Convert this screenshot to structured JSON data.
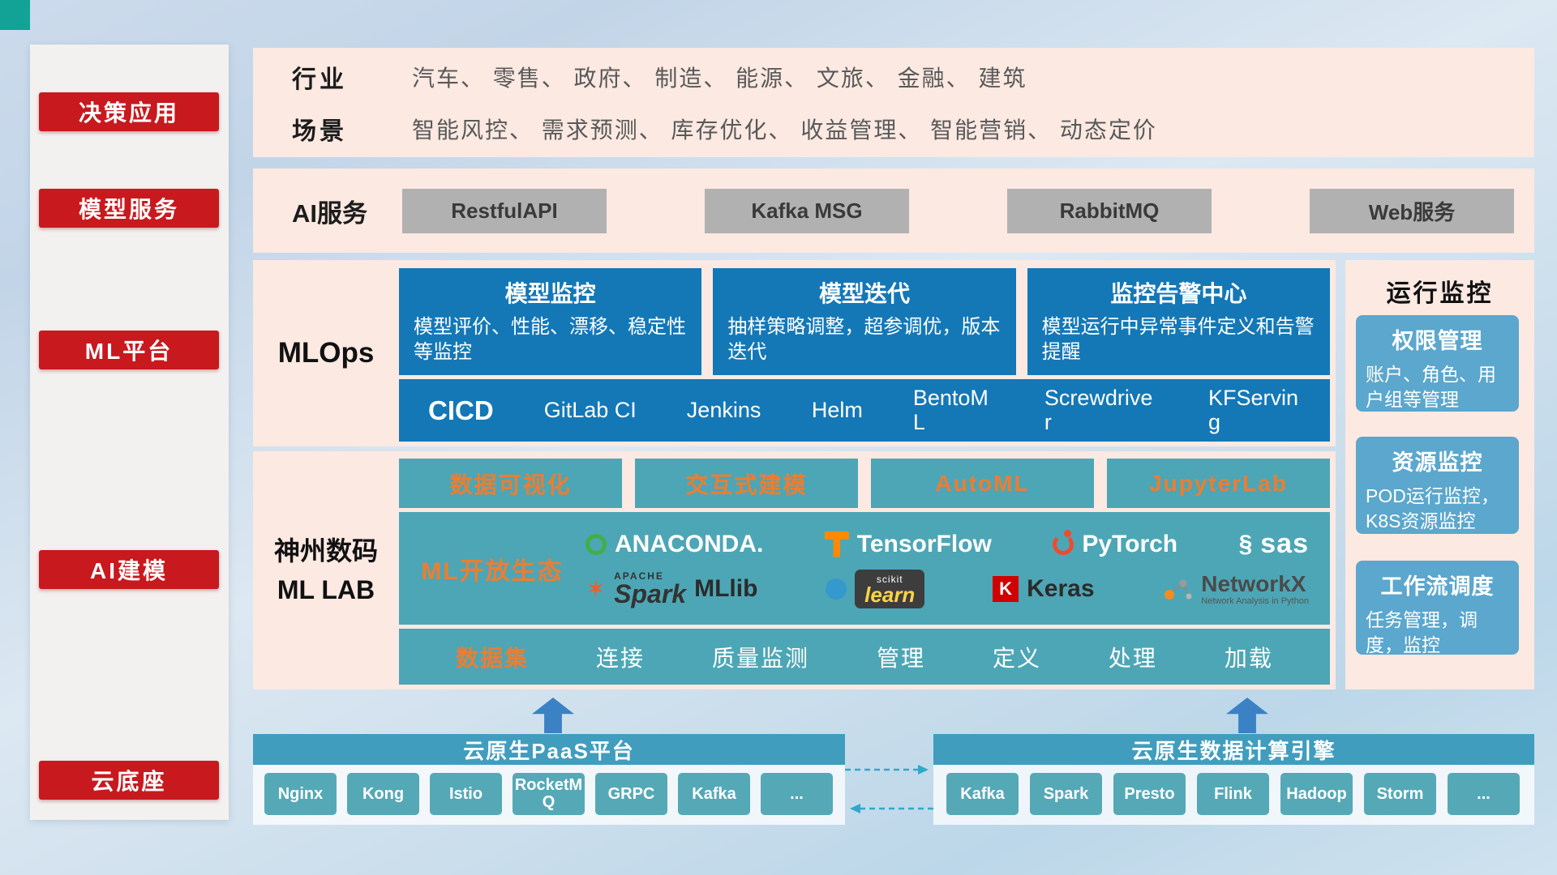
{
  "colors": {
    "badge_red": "#c8191e",
    "panel_pink": "#fbe9e2",
    "card_blue": "#1478b7",
    "teal": "#4da6b5",
    "accent_orange": "#ed7d31",
    "monitor_blue": "#5ba7cd",
    "bottom_header_blue": "#419dbe",
    "arrow_blue": "#3b82c4",
    "dashed_arrow_cyan": "#2fa9cb",
    "decor_teal": "#12a396"
  },
  "sidebar": {
    "items": [
      {
        "label": "决策应用"
      },
      {
        "label": "模型服务"
      },
      {
        "label": "ML平台"
      },
      {
        "label": "AI建模"
      },
      {
        "label": "云底座"
      }
    ]
  },
  "industry_panel": {
    "rows": [
      {
        "label": "行业",
        "text": "汽车、 零售、 政府、 制造、 能源、 文旅、 金融、 建筑"
      },
      {
        "label": "场景",
        "text": "智能风控、 需求预测、 库存优化、 收益管理、 智能营销、 动态定价"
      }
    ]
  },
  "ai_service_panel": {
    "label": "AI服务",
    "buttons": [
      "RestfulAPI",
      "Kafka MSG",
      "RabbitMQ",
      "Web服务"
    ]
  },
  "mlops_panel": {
    "label": "MLOps",
    "cards": [
      {
        "title": "模型监控",
        "desc": "模型评价、性能、漂移、稳定性等监控"
      },
      {
        "title": "模型迭代",
        "desc": "抽样策略调整，超参调优，版本迭代"
      },
      {
        "title": "监控告警中心",
        "desc": "模型运行中异常事件定义和告警提醒"
      }
    ],
    "cicd": {
      "label": "CICD",
      "tools": [
        "GitLab CI",
        "Jenkins",
        "Helm",
        "BentoML",
        "Screwdriver",
        "KFServing"
      ]
    }
  },
  "monitor_panel": {
    "title": "运行监控",
    "cards": [
      {
        "title": "权限管理",
        "desc": "账户、角色、用户组等管理"
      },
      {
        "title": "资源监控",
        "desc": "POD运行监控，K8S资源监控"
      },
      {
        "title": "工作流调度",
        "desc": "任务管理，调度，监控"
      }
    ]
  },
  "mllab_panel": {
    "label_line1": "神州数码",
    "label_line2": "ML LAB",
    "features": [
      "数据可视化",
      "交互式建模",
      "AutoML",
      "JupyterLab"
    ],
    "ecosystem": {
      "label": "ML开放生态",
      "logos": {
        "anaconda": {
          "name": "ANACONDA."
        },
        "tensorflow": {
          "name": "TensorFlow"
        },
        "pytorch": {
          "name": "PyTorch"
        },
        "sas": {
          "swoosh": "§",
          "name": "sas"
        },
        "spark": {
          "star": "✶",
          "super": "APACHE",
          "name": "Spark"
        },
        "mllib": {
          "name": "MLlib"
        },
        "sklearn": {
          "super": "scikit",
          "name": "learn"
        },
        "keras": {
          "letter": "K",
          "name": "Keras"
        },
        "networkx": {
          "name": "NetworkX",
          "sub": "Network Analysis in Python"
        }
      }
    },
    "data_row": {
      "first": "数据集",
      "items": [
        "连接",
        "质量监测",
        "管理",
        "定义",
        "处理",
        "加载"
      ]
    }
  },
  "cloud_base": {
    "paas": {
      "title": "云原生PaaS平台",
      "buttons": [
        "Nginx",
        "Kong",
        "Istio",
        "RocketMQ",
        "GRPC",
        "Kafka",
        "..."
      ]
    },
    "engine": {
      "title": "云原生数据计算引擎",
      "buttons": [
        "Kafka",
        "Spark",
        "Presto",
        "Flink",
        "Hadoop",
        "Storm",
        "..."
      ]
    }
  }
}
